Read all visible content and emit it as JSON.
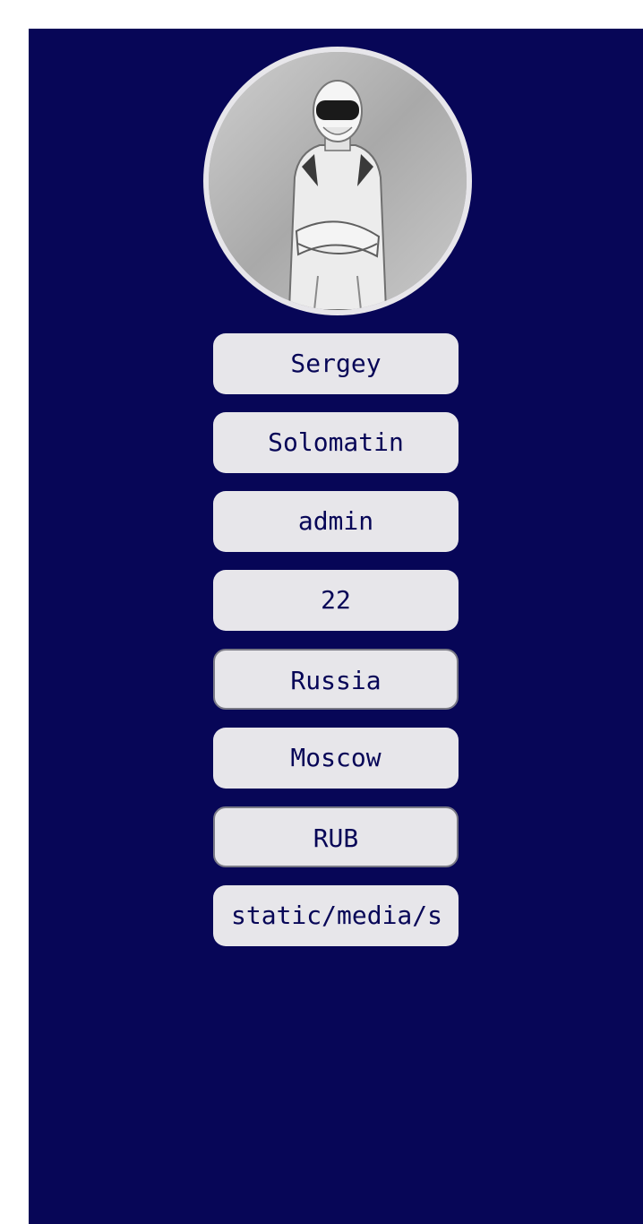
{
  "profile": {
    "avatar_alt": "profile photo",
    "first_name": "Sergey",
    "last_name": "Solomatin",
    "role": "admin",
    "age": "22",
    "country": "Russia",
    "city": "Moscow",
    "currency": "RUB",
    "avatar_path": "static/media/s"
  },
  "colors": {
    "background": "#070657",
    "field_bg": "#e7e6ea",
    "text": "#070657"
  }
}
